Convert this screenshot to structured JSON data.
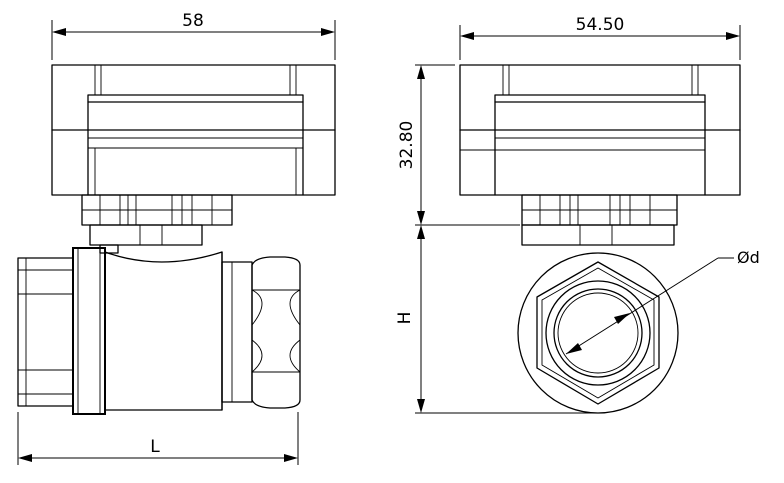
{
  "dimensions": {
    "front_width": "58",
    "side_width": "54.50",
    "actuator_height": "32.80",
    "body_height_symbol": "H",
    "length_symbol": "L",
    "bore_symbol": "Ød"
  },
  "colors": {
    "line": "#000000",
    "background": "#ffffff"
  }
}
